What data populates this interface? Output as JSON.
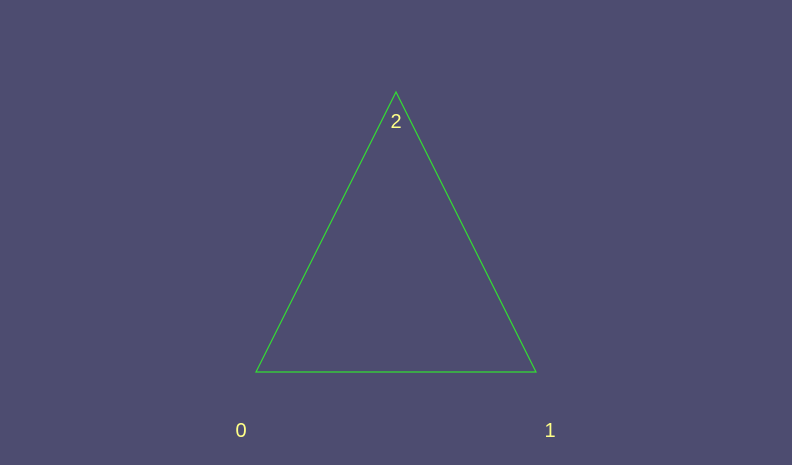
{
  "colors": {
    "background": "#4d4c70",
    "edge": "#33dd33",
    "label": "#ffff88"
  },
  "vertices": [
    {
      "label": "0"
    },
    {
      "label": "1"
    },
    {
      "label": "2"
    }
  ]
}
